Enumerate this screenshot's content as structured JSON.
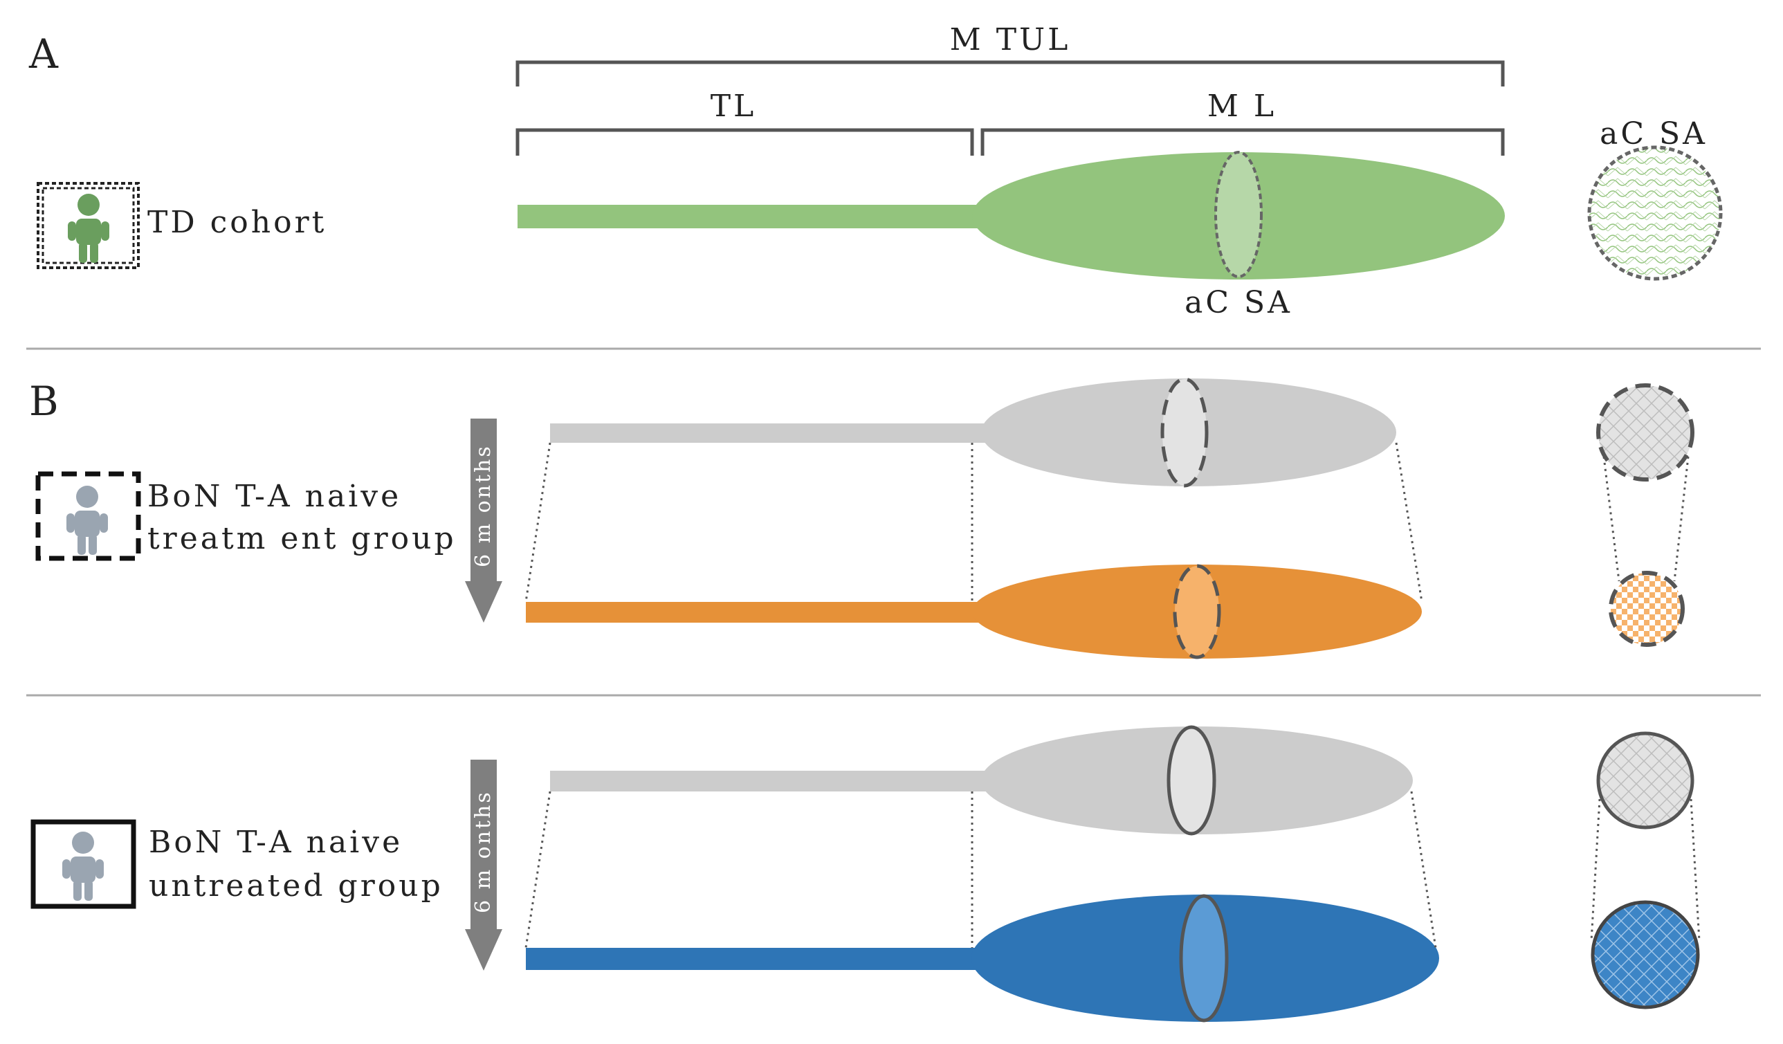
{
  "panels": {
    "a": "A",
    "b": "B"
  },
  "labels": {
    "mtul": "M TUL",
    "tl": "TL",
    "ml": "M L",
    "acsa_right": "aC SA",
    "acsa_bottom": "aC SA"
  },
  "groups": {
    "td": {
      "label": "TD cohort"
    },
    "treatment": {
      "line1": "BoN T-A naive",
      "line2": "treatm ent group"
    },
    "untreated": {
      "line1": "BoN T-A naive",
      "line2": "untreated group"
    }
  },
  "arrows": {
    "treatment": "6 m onths",
    "untreated": "6 m onths"
  },
  "colors": {
    "green": "#93c47d",
    "green_light": "#b6d7a8",
    "gray": "#cccccc",
    "gray_light": "#e3e3e3",
    "orange": "#e69138",
    "orange_light": "#f6b26b",
    "blue": "#2e75b6",
    "blue_light": "#5b9bd5",
    "person_green": "#6a9e5e",
    "person_gray": "#9aa5b1",
    "arrow": "#7f7f7f"
  },
  "icons": [
    "person-icon",
    "down-arrow-icon"
  ]
}
